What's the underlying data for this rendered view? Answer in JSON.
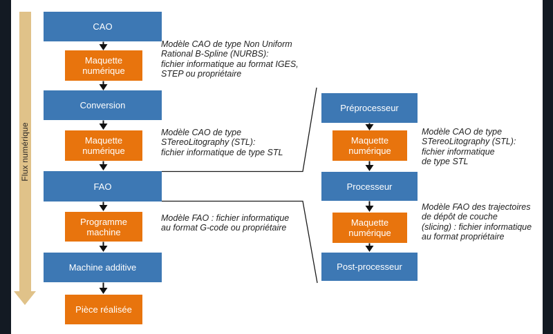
{
  "flux_arrow": {
    "label": "Flux numérique",
    "color": "#e0c289"
  },
  "left_flow": {
    "boxes": [
      {
        "label": "CAO",
        "type": "blue"
      },
      {
        "label": "Maquette numérique",
        "type": "orange"
      },
      {
        "label": "Conversion",
        "type": "blue"
      },
      {
        "label": "Maquette numérique",
        "type": "orange"
      },
      {
        "label": "FAO",
        "type": "blue"
      },
      {
        "label": "Programme machine",
        "type": "orange"
      },
      {
        "label": "Machine additive",
        "type": "blue"
      },
      {
        "label": "Pièce réalisée",
        "type": "orange"
      }
    ]
  },
  "right_flow": {
    "boxes": [
      {
        "label": "Préprocesseur",
        "type": "blue"
      },
      {
        "label": "Maquette numérique",
        "type": "orange"
      },
      {
        "label": "Processeur",
        "type": "blue"
      },
      {
        "label": "Maquette numérique",
        "type": "orange"
      },
      {
        "label": "Post-processeur",
        "type": "blue"
      }
    ]
  },
  "annotations": {
    "nurbs": "Modèle CAO de type Non Uniform\nRational B-Spline (NURBS):\nfichier informatique au format IGES,\nSTEP ou propriétaire",
    "stl_left": "Modèle CAO de type\nSTereoLitography (STL):\nfichier informatique de type STL",
    "gcode": "Modèle FAO : fichier informatique\nau format G-code ou propriétaire",
    "stl_right": "Modèle CAO de type\nSTereoLitography (STL):\nfichier informatique\nde type STL",
    "slicing": "Modèle FAO des trajectoires\nde dépôt de couche\n(slicing) : fichier informatique\nau format propriétaire"
  },
  "colors": {
    "box_blue": "#3d78b4",
    "box_orange": "#e8740d",
    "flux_tan": "#e0c289",
    "side_strip": "#131a23",
    "line": "#1a1a1a"
  }
}
